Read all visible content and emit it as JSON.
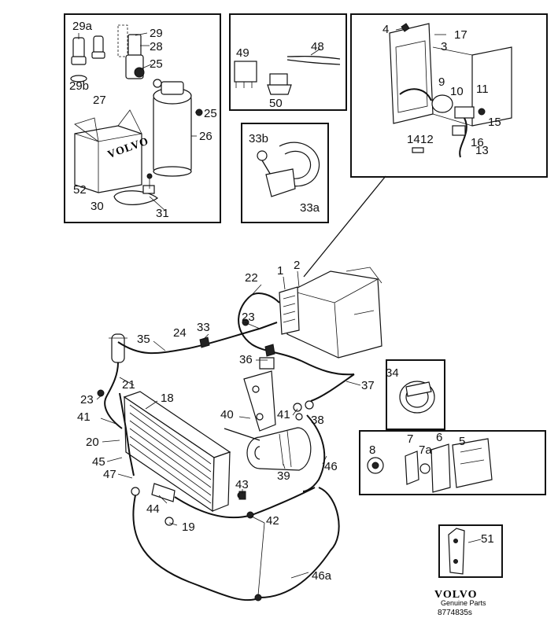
{
  "callouts": {
    "c29a": "29a",
    "c29": "29",
    "c28": "28",
    "c25a": "25",
    "c29b": "29b",
    "c27": "27",
    "c25b": "25",
    "c26": "26",
    "c52": "52",
    "c30": "30",
    "c31": "31",
    "c49": "49",
    "c48": "48",
    "c50": "50",
    "c33b": "33b",
    "c33a": "33a",
    "c4": "4",
    "c17": "17",
    "c3": "3",
    "c9": "9",
    "c10": "10",
    "c11": "11",
    "c15": "15",
    "c14": "14",
    "c12": "12",
    "c16": "16",
    "c13": "13",
    "c22": "22",
    "c1": "1",
    "c2": "2",
    "c23a": "23",
    "c24": "24",
    "c33": "33",
    "c35": "35",
    "c36": "36",
    "c37": "37",
    "c21": "21",
    "c18": "18",
    "c23b": "23",
    "c34": "34",
    "c40": "40",
    "c41a": "41",
    "c38": "38",
    "c41b": "41",
    "c20": "20",
    "c45": "45",
    "c47": "47",
    "c39": "39",
    "c46": "46",
    "c43": "43",
    "c44": "44",
    "c19": "19",
    "c42": "42",
    "c46a": "46a",
    "c8": "8",
    "c7": "7",
    "c7a": "7a",
    "c6": "6",
    "c5": "5",
    "c51": "51"
  },
  "box_printing": {
    "volvo_box_text": "VOLVO"
  },
  "footer": {
    "brand": "VOLVO",
    "subtitle": "Genuine Parts",
    "reference": "8774835s"
  }
}
